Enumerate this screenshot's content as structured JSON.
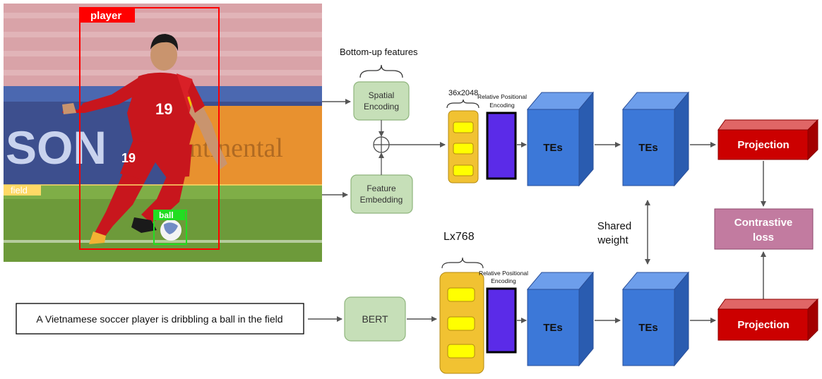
{
  "photo": {
    "labels": {
      "player": "player",
      "ball": "ball",
      "field": "field"
    },
    "jersey_number": "19",
    "banner_text": "SON",
    "banner_text_2": "ntinental",
    "colors": {
      "player_box": "#ff0000",
      "ball_box": "#22dd22",
      "field_box": "#ffd966"
    }
  },
  "text_input": {
    "caption": "A Vietnamese soccer player is dribbling a ball in the field"
  },
  "nodes": {
    "bottom_up_label": "Bottom-up features",
    "spatial_line1": "Spatial",
    "spatial_line2": "Encoding",
    "feature_line1": "Feature",
    "feature_line2": "Embedding",
    "bert": "BERT",
    "dim_top": "36x2048",
    "dim_bottom": "Lx768",
    "rpe_line1": "Relative Positional",
    "rpe_line2": "Encoding",
    "tes": "TEs",
    "projection": "Projection",
    "contrastive_line1": "Contrastive",
    "contrastive_line2": "loss",
    "shared_line1": "Shared",
    "shared_line2": "weight"
  },
  "colors": {
    "green_box": "#c6dfb8",
    "green_border": "#8fb57d",
    "token_stack": "#f1c232",
    "token_item": "#ffff00",
    "rpe": "#5b2be8",
    "te_front": "#3c78d8",
    "te_top": "#6d9eeb",
    "te_side": "#2a5cb0",
    "projection_front": "#cc0000",
    "projection_top": "#e06666",
    "contrastive": "#c27ba0"
  }
}
